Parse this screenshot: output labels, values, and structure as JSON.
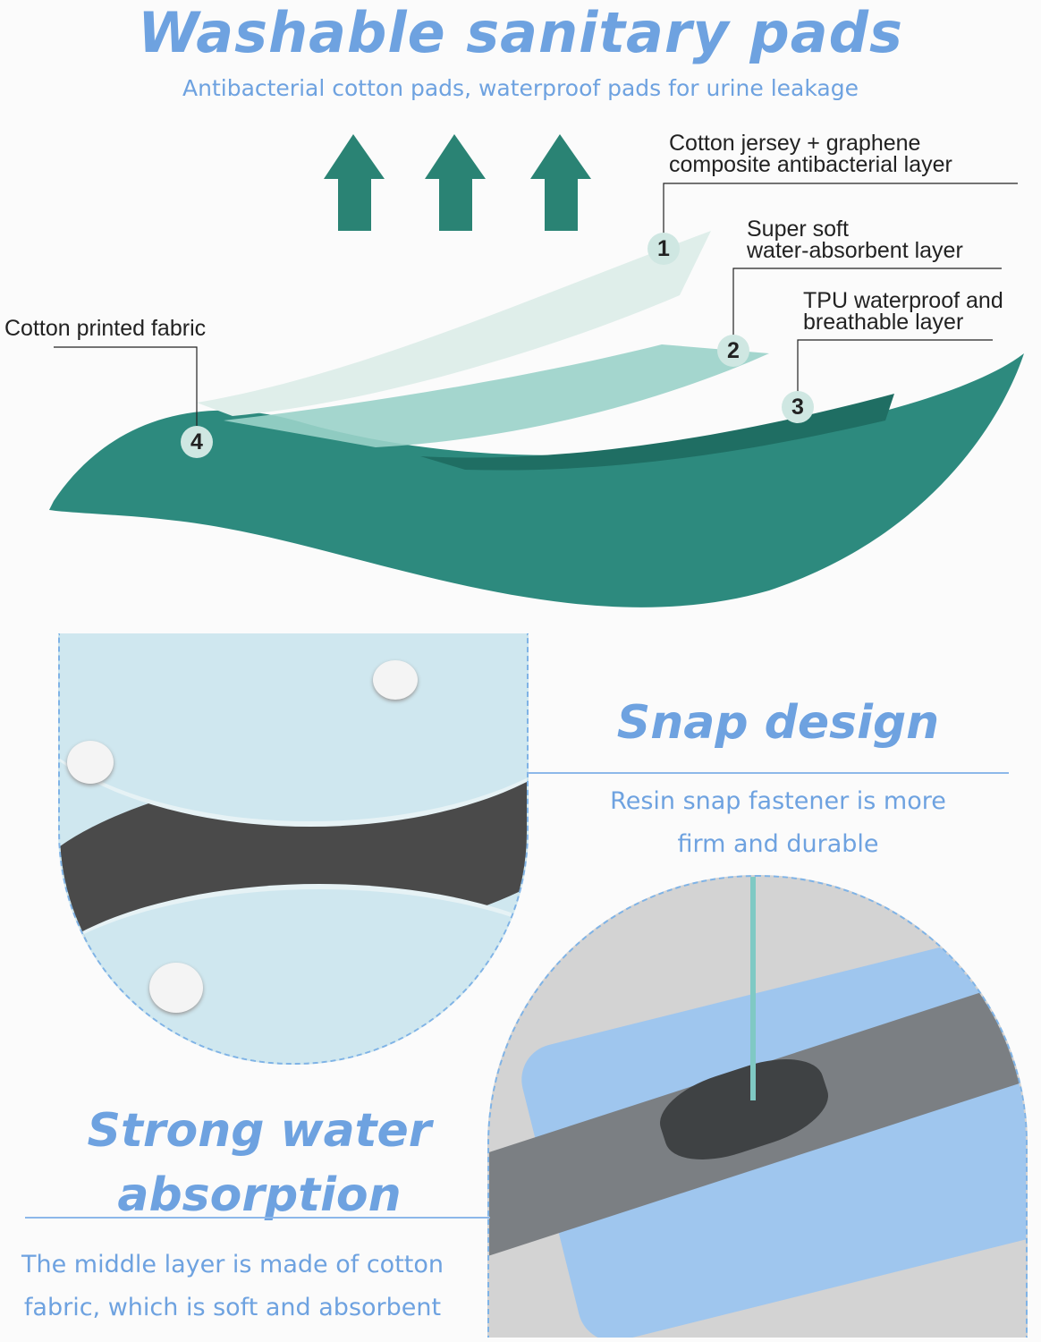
{
  "header": {
    "title": "Washable sanitary pads",
    "subtitle": "Antibacterial cotton pads, waterproof pads for urine leakage"
  },
  "layers": [
    {
      "number": "1",
      "label_line1": "Cotton jersey + graphene",
      "label_line2": "composite antibacterial layer"
    },
    {
      "number": "2",
      "label_line1": "Super soft",
      "label_line2": "water-absorbent layer"
    },
    {
      "number": "3",
      "label_line1": "TPU waterproof and",
      "label_line2": "breathable layer"
    },
    {
      "number": "4",
      "label_line1": "Cotton printed fabric"
    }
  ],
  "features": {
    "snap": {
      "title": "Snap design",
      "desc_line1": "Resin snap fastener is more",
      "desc_line2": "firm and durable"
    },
    "absorption": {
      "title_line1": "Strong water",
      "title_line2": "absorption",
      "desc_line1": "The middle layer is made of cotton",
      "desc_line2": "fabric, which is soft and absorbent"
    }
  },
  "colors": {
    "accent": "#6ea2e0",
    "teal": "#2d8a7e",
    "arrow": "#2a8374"
  }
}
